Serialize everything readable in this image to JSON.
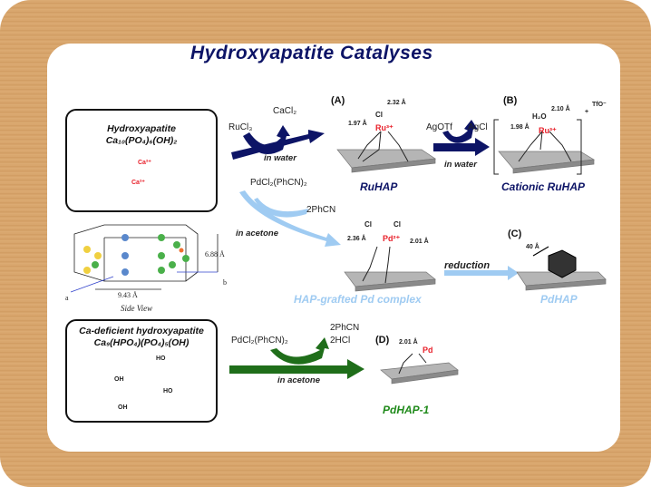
{
  "title": "Hydroxyapatite Catalyses",
  "hap_box": {
    "name": "Hydroxyapatite",
    "formula": "Ca₁₀(PO₄)₆(OH)₂",
    "ion": "Ca²⁺"
  },
  "cdhap_box": {
    "name": "Ca-deficient hydroxyapatite",
    "formula": "Ca₉(HPO₄)(PO₄)₅(OH)",
    "groups": [
      "HO",
      "OH",
      "HO",
      "OH"
    ]
  },
  "crystal": {
    "height": "6.88 Å",
    "width": "9.43 Å",
    "axis_a": "a",
    "axis_b": "b",
    "caption": "Side View"
  },
  "reaction_ru": {
    "reagent": "RuCl₃",
    "byproduct": "CaCl₂",
    "condition": "in water"
  },
  "reaction_cationic": {
    "reagent": "AgOTf",
    "byproduct": "AgCl",
    "condition": "in water"
  },
  "reaction_pd": {
    "reagent": "PdCl₂(PhCN)₂",
    "byproduct": "2PhCN",
    "condition": "in acetone"
  },
  "reaction_reduction": {
    "condition": "reduction"
  },
  "reaction_pd1": {
    "reagent": "PdCl₂(PhCN)₂",
    "byproduct1": "2PhCN",
    "byproduct2": "2HCl",
    "condition": "in acetone"
  },
  "structure_a": {
    "tag": "(A)",
    "metal": "Ru³⁺",
    "ligand": "Cl",
    "d1": "2.32 Å",
    "d2": "1.97 Å",
    "name": "RuHAP"
  },
  "structure_b": {
    "tag": "(B)",
    "metal": "Ru³⁺",
    "ligand": "H₂O",
    "d1": "2.10 Å",
    "d2": "1.98 Å",
    "charge": "+",
    "counterion": "TfO⁻",
    "name": "Cationic RuHAP"
  },
  "structure_pd": {
    "metal": "Pd²⁺",
    "ligand1": "Cl",
    "ligand2": "Cl",
    "d1": "2.36 Å",
    "d2": "2.01 Å",
    "name": "HAP-grafted Pd complex"
  },
  "structure_c": {
    "tag": "(C)",
    "size": "40 Å",
    "name": "PdHAP"
  },
  "structure_d": {
    "tag": "(D)",
    "metal": "Pd",
    "d1": "2.01 Å",
    "name": "PdHAP-1"
  },
  "colors": {
    "navy": "#0d1466",
    "light_blue": "#9fcbf2",
    "green": "#1f6e1a",
    "red": "#e8212b"
  }
}
